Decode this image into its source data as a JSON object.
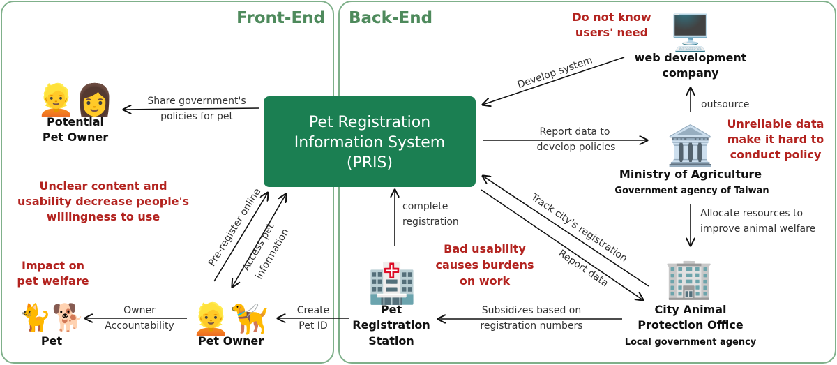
{
  "panels": {
    "front_end": "Front-End",
    "back_end": "Back-End"
  },
  "pris": {
    "line1": "Pet Registration",
    "line2": "Information System",
    "line3": "(PRIS)"
  },
  "nodes": {
    "potential_owner": {
      "line1": "Potential",
      "line2": "Pet Owner"
    },
    "pet_owner": "Pet Owner",
    "pet": "Pet",
    "station": {
      "line1": "Pet",
      "line2": "Registration",
      "line3": "Station"
    },
    "web_company": {
      "line1": "web development",
      "line2": "company"
    },
    "ministry": {
      "name": "Ministry of Agriculture",
      "sub": "Government agency of Taiwan"
    },
    "city_office": {
      "line1": "City Animal",
      "line2": "Protection Office",
      "sub": "Local government agency"
    }
  },
  "edges": {
    "share": {
      "line1": "Share government's",
      "line2": "policies for pet"
    },
    "pre_register": "Pre-register online",
    "access": {
      "line1": "Access pet",
      "line2": "information"
    },
    "owner_acc": {
      "line1": "Owner",
      "line2": "Accountability"
    },
    "create": {
      "line1": "Create",
      "line2": "Pet ID"
    },
    "complete": {
      "line1": "complete",
      "line2": "registration"
    },
    "subsidize": {
      "line1": "Subsidizes based on",
      "line2": "registration numbers"
    },
    "develop": "Develop system",
    "report_policies": {
      "line1": "Report data to",
      "line2": "develop policies"
    },
    "outsource": "outsource",
    "allocate": {
      "line1": "Allocate resources to",
      "line2": "improve animal welfare"
    },
    "track": "Track city's registration",
    "report": "Report data"
  },
  "issues": {
    "unclear": {
      "line1": "Unclear content and",
      "line2": "usability decrease people's",
      "line3": "willingness to use"
    },
    "impact": {
      "line1": "Impact on",
      "line2": "pet welfare"
    },
    "bad_usability": {
      "line1": "Bad usability",
      "line2": "causes burdens",
      "line3": "on work"
    },
    "dont_know": {
      "line1": "Do not know",
      "line2": "users' need"
    },
    "unreliable": {
      "line1": "Unreliable data",
      "line2": "make it hard to",
      "line3": "conduct policy"
    }
  },
  "icons": {
    "potential_owner": "👱👩",
    "pet_owner": "👱🦮",
    "pet": "🐈🐕",
    "station": "🏥",
    "web_company": "🖥️",
    "ministry": "🏛️",
    "city_office": "🏢"
  },
  "colors": {
    "accent_green": "#4e8a5c",
    "pris_fill": "#1b7f52",
    "issue_red": "#b3231f",
    "panel_border": "#7fb08a"
  }
}
